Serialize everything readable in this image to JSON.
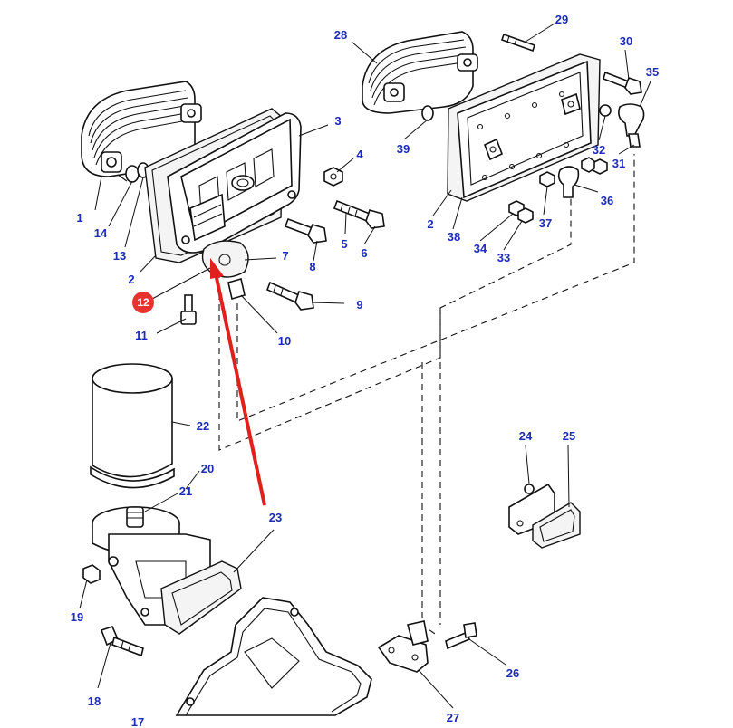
{
  "labels": {
    "l1": "1",
    "l2a": "2",
    "l2b": "2",
    "l3": "3",
    "l4": "4",
    "l5": "5",
    "l6": "6",
    "l7": "7",
    "l8": "8",
    "l9": "9",
    "l10": "10",
    "l11": "11",
    "l12": "12",
    "l13": "13",
    "l14": "14",
    "l17": "17",
    "l18": "18",
    "l19": "19",
    "l20": "20",
    "l21": "21",
    "l22": "22",
    "l23": "23",
    "l24": "24",
    "l25": "25",
    "l26": "26",
    "l27": "27",
    "l28": "28",
    "l29": "29",
    "l30": "30",
    "l31": "31",
    "l32": "32",
    "l33": "33",
    "l34": "34",
    "l35": "35",
    "l36": "36",
    "l37": "37",
    "l38": "38",
    "l39": "39"
  },
  "colors": {
    "label": "#1c2bb8",
    "highlight_badge": "#e8322f",
    "highlight_arrow": "#e0201c",
    "line": "#111111"
  },
  "highlight": {
    "callout": "12"
  }
}
